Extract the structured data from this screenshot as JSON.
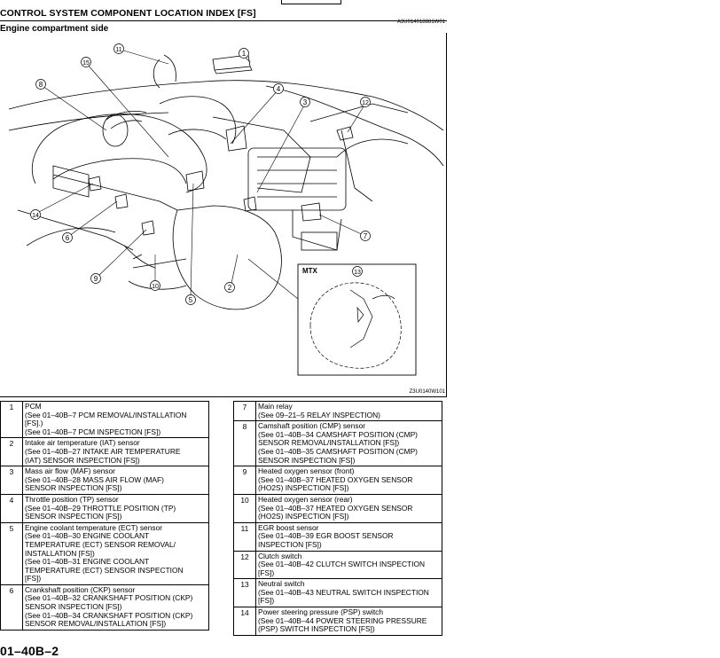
{
  "header": {
    "title": "CONTROL SYSTEM COMPONENT LOCATION INDEX [FS]",
    "code": "A3U014018881W01",
    "subtitle": "Engine compartment side"
  },
  "figure": {
    "code": "Z3U0140W101",
    "inset_label": "MTX",
    "callouts": [
      "1",
      "2",
      "3",
      "4",
      "5",
      "6",
      "7",
      "8",
      "9",
      "10",
      "11",
      "12",
      "13",
      "14",
      "15"
    ]
  },
  "components_left": [
    {
      "num": "1",
      "lines": [
        "PCM",
        "(See 01–40B–7 PCM REMOVAL/INSTALLATION",
        "[FS].)",
        "(See 01–40B–7 PCM INSPECTION [FS])"
      ]
    },
    {
      "num": "2",
      "lines": [
        "Intake air temperature (IAT) sensor",
        "(See 01–40B–27 INTAKE AIR TEMPERATURE",
        "(IAT) SENSOR INSPECTION [FS])"
      ]
    },
    {
      "num": "3",
      "lines": [
        "Mass air flow (MAF) sensor",
        "(See 01–40B–28 MASS AIR FLOW (MAF)",
        "SENSOR INSPECTION [FS])"
      ]
    },
    {
      "num": "4",
      "lines": [
        "Throttle position (TP) sensor",
        "(See 01–40B–29 THROTTLE POSITION (TP)",
        "SENSOR INSPECTION [FS])"
      ]
    },
    {
      "num": "5",
      "lines": [
        "Engine coolant temperature (ECT) sensor",
        "(See 01–40B–30 ENGINE COOLANT",
        "TEMPERATURE (ECT) SENSOR REMOVAL/",
        "INSTALLATION [FS])",
        "(See 01–40B–31 ENGINE COOLANT",
        "TEMPERATURE (ECT) SENSOR INSPECTION",
        "[FS])"
      ]
    },
    {
      "num": "6",
      "lines": [
        "Crankshaft position (CKP) sensor",
        "(See 01–40B–32 CRANKSHAFT POSITION (CKP)",
        "SENSOR INSPECTION [FS])",
        "(See 01–40B–34 CRANKSHAFT POSITION (CKP)",
        "SENSOR REMOVAL/INSTALLATION [FS])"
      ]
    }
  ],
  "components_right": [
    {
      "num": "7",
      "lines": [
        "Main relay",
        "(See 09–21–5 RELAY INSPECTION)"
      ]
    },
    {
      "num": "8",
      "lines": [
        "Camshaft position (CMP) sensor",
        "(See 01–40B–34 CAMSHAFT POSITION (CMP)",
        "SENSOR REMOVAL/INSTALLATION [FS])",
        "(See 01–40B–35 CAMSHAFT POSITION (CMP)",
        "SENSOR INSPECTION [FS])"
      ]
    },
    {
      "num": "9",
      "lines": [
        "Heated oxygen sensor (front)",
        "(See 01–40B–37 HEATED OXYGEN SENSOR",
        "(HO2S) INSPECTION [FS])"
      ]
    },
    {
      "num": "10",
      "lines": [
        "Heated oxygen sensor (rear)",
        "(See 01–40B–37 HEATED OXYGEN SENSOR",
        "(HO2S) INSPECTION [FS])"
      ]
    },
    {
      "num": "11",
      "lines": [
        "EGR boost sensor",
        "(See 01–40B–39 EGR BOOST SENSOR",
        "INSPECTION [FS])"
      ]
    },
    {
      "num": "12",
      "lines": [
        "Clutch switch",
        "(See 01–40B–42 CLUTCH SWITCH INSPECTION",
        "[FS])"
      ]
    },
    {
      "num": "13",
      "lines": [
        "Neutral switch",
        "(See 01–40B–43 NEUTRAL SWITCH INSPECTION",
        "[FS])"
      ]
    },
    {
      "num": "14",
      "lines": [
        "Power steering pressure (PSP) switch",
        "(See 01–40B–44 POWER STEERING PRESSURE",
        "(PSP) SWITCH INSPECTION [FS])"
      ]
    }
  ],
  "footer": {
    "page_number": "01–40B–2"
  }
}
